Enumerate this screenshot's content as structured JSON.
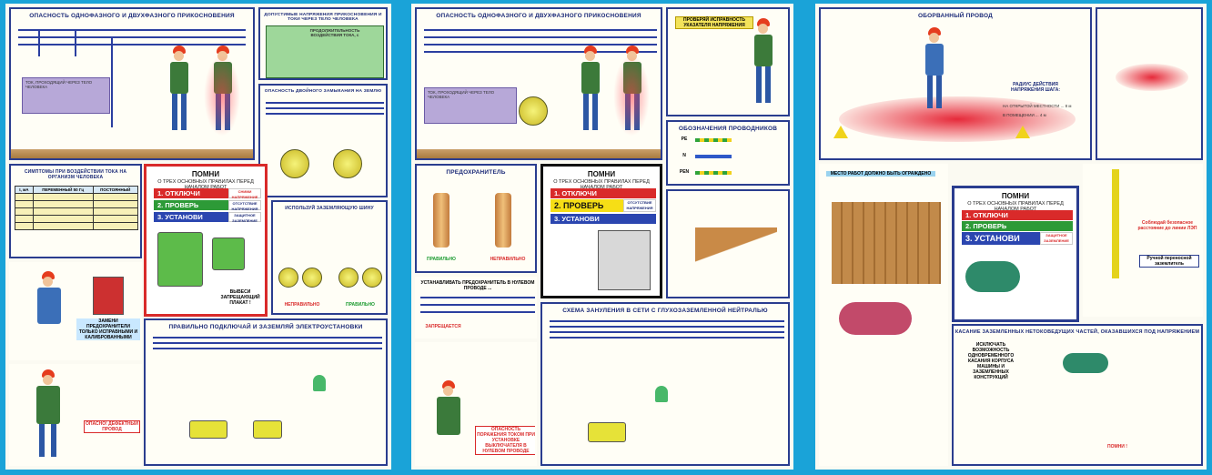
{
  "poster1": {
    "title_touch": "ОПАСНОСТЬ ОДНОФАЗНОГО И ДВУХФАЗНОГО ПРИКОСНОВЕНИЯ",
    "title_voltage": "ДОПУСТИМЫЕ НАПРЯЖЕНИЯ ПРИКОСНОВЕНИЯ И ТОКИ ЧЕРЕЗ ТЕЛО ЧЕЛОВЕКА",
    "table_head": "ПРОДОЛЖИТЕЛЬНОСТЬ ВОЗДЕЙСТВИЯ ТОКА, с",
    "title_double": "ОПАСНОСТЬ ДВОЙНОГО ЗАМЫКАНИЯ НА ЗЕМЛЮ",
    "formula_head": "ТОК, ПРОХОДЯЩИЙ ЧЕРЕЗ ТЕЛО ЧЕЛОВЕКА",
    "title_symptoms": "СИМПТОМЫ ПРИ ВОЗДЕЙСТВИИ ТОКА НА ОРГАНИЗМ ЧЕЛОВЕКА",
    "sym_col1": "I, мА",
    "sym_col2": "ПЕРЕМЕННЫЙ 50 Гц",
    "sym_col3": "ПОСТОЯННЫЙ",
    "memo_title": "ПОМНИ",
    "memo_sub": "О ТРЕХ ОСНОВНЫХ ПРАВИЛАХ ПЕРЕД НАЧАЛОМ РАБОТ",
    "rule1": "1. ОТКЛЮЧИ",
    "rule1_sub": "СНИМИ НАПРЯЖЕНИЕ",
    "rule2": "2. ПРОВЕРЬ",
    "rule2_sub": "ОТСУТСТВИЕ НАПРЯЖЕНИЯ",
    "rule3": "3. УСТАНОВИ",
    "rule3_sub": "ЗАЩИТНОЕ ЗАЗЕМЛЕНИЕ",
    "plakat": "ВЫВЕСИ ЗАПРЕЩАЮЩИЙ ПЛАКАТ !",
    "title_bus": "ИСПОЛЬЗУЙ ЗАЗЕМЛЯЮЩУЮ ШИНУ",
    "wrong": "НЕПРАВИЛЬНО",
    "right": "ПРАВИЛЬНО",
    "note_panel": "ЗАМЕНИ ПРЕДОХРАНИТЕЛИ ТОЛЬКО ИСПРАВНЫМИ И КАЛИБРОВАННЫМИ",
    "title_connect": "ПРАВИЛЬНО ПОДКЛЮЧАЙ И ЗАЗЕМЛЯЙ ЭЛЕКТРОУСТАНОВКИ",
    "danger_tool": "ОПАСНО! ДЕФЕКТНЫЙ ПРОВОД"
  },
  "poster2": {
    "title_touch": "ОПАСНОСТЬ ОДНОФАЗНОГО И ДВУХФАЗНОГО ПРИКОСНОВЕНИЯ",
    "note_top": "ПРОВЕРЯЙ ИСПРАВНОСТЬ УКАЗАТЕЛЯ НАПРЯЖЕНИЯ",
    "formula_head": "ТОК, ПРОХОДЯЩИЙ ЧЕРЕЗ ТЕЛО ЧЕЛОВЕКА",
    "title_conductors": "ОБОЗНАЧЕНИЯ ПРОВОДНИКОВ",
    "cond": [
      "PE",
      "N",
      "PEN"
    ],
    "title_fuse": "ПРЕДОХРАНИТЕЛЬ",
    "fuse_right": "ПРАВИЛЬНО",
    "fuse_wrong": "НЕПРАВИЛЬНО",
    "fuse_note": "УСТАНАВЛИВАТЬ ПРЕДОХРАНИТЕЛЬ В НУЛЕВОМ ПРОВОДЕ ...",
    "forbidden": "ЗАПРЕЩАЕТСЯ",
    "memo_title": "ПОМНИ",
    "memo_sub": "О ТРЕХ ОСНОВНЫХ ПРАВИЛАХ ПЕРЕД НАЧАЛОМ РАБОТ",
    "rule1": "1. ОТКЛЮЧИ",
    "rule2": "2. ПРОВЕРЬ",
    "rule2_sub": "ОТСУТСТВИЕ НАПРЯЖЕНИЯ",
    "rule3": "3. УСТАНОВИ",
    "title_scheme": "СХЕМА ЗАНУЛЕНИЯ В СЕТИ С ГЛУХОЗАЗЕМЛЕННОЙ НЕЙТРАЛЬЮ",
    "danger": "ОПАСНОСТЬ ПОРАЖЕНИЯ ТОКОМ ПРИ УСТАНОВКЕ ВЫКЛЮЧАТЕЛЯ В НУЛЕВОМ ПРОВОДЕ"
  },
  "poster3": {
    "title_wire": "ОБОРВАННЫЙ ПРОВОД",
    "step_text": "РАДИУС ДЕЙСТВИЯ НАПРЯЖЕНИЯ ШАГА:",
    "open_area": "НА ОТКРЫТОЙ МЕСТНОСТИ ... 8 м",
    "room": "В ПОМЕЩЕНИИ ... 4 м",
    "fence_note": "МЕСТО РАБОТ ДОЛЖНО БЫТЬ ОГРАЖДЕНО",
    "memo_title": "ПОМНИ",
    "memo_sub": "О ТРЕХ ОСНОВНЫХ ПРАВИЛАХ ПЕРЕД НАЧАЛОМ РАБОТ",
    "rule1": "1. ОТКЛЮЧИ",
    "rule2": "2. ПРОВЕРЬ",
    "rule3": "3. УСТАНОВИ",
    "rule3_sub": "ЗАЩИТНОЕ ЗАЗЕМЛЕНИЕ",
    "crane_note": "Соблюдай безопасное расстояние до линии ЛЭП",
    "ground_note": "Ручной переносной заземлитель",
    "bottom_title": "КАСАНИЕ ЗАЗЕМЛЕННЫХ НЕТОКОВЕДУЩИХ ЧАСТЕЙ, ОКАЗАВШИХСЯ ПОД НАПРЯЖЕНИЕМ",
    "remember": "ПОМНИ !",
    "possible": "ИСКЛЮЧАТЬ ВОЗМОЖНОСТЬ ОДНОВРЕМЕННОГО КАСАНИЯ КОРПУСА МАШИНЫ И ЗАЗЕМЛЕННЫХ КОНСТРУКЦИЙ"
  },
  "colors": {
    "background": "#1aa3d8",
    "accent_red": "#d92a2a",
    "accent_blue": "#2a3d8f"
  }
}
